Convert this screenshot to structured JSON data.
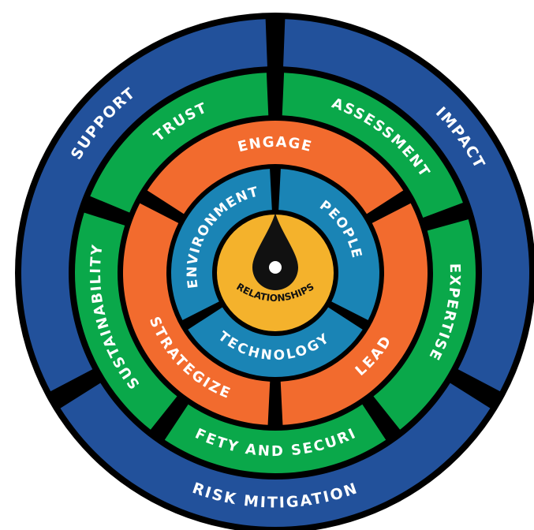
{
  "diagram": {
    "colors": {
      "outer_ring": "#22519b",
      "green_ring": "#0aa84a",
      "orange_ring": "#f26b2e",
      "teal_ring": "#1a84b5",
      "center": "#f4b22c",
      "drop": "#111111",
      "border": "#000000",
      "gap": "#ffffff"
    },
    "outer_ring": {
      "segments": [
        {
          "label": "SUPPORT"
        },
        {
          "label": "IMPACT"
        },
        {
          "label": "RISK MITIGATION"
        }
      ]
    },
    "green_ring": {
      "segments": [
        {
          "label": "TRUST"
        },
        {
          "label": "ASSESSMENT"
        },
        {
          "label": "EXPERTISE"
        },
        {
          "label": "SAFETY AND SECURITY"
        },
        {
          "label": "SUSTAINABILITY"
        }
      ]
    },
    "orange_ring": {
      "segments": [
        {
          "label": "ENGAGE"
        },
        {
          "label": "LEAD"
        },
        {
          "label": "STRATEGIZE"
        }
      ]
    },
    "teal_ring": {
      "segments": [
        {
          "label": "ENVIRONMENT"
        },
        {
          "label": "PEOPLE"
        },
        {
          "label": "TECHNOLOGY"
        }
      ]
    },
    "center": {
      "label": "RELATIONSHIPS",
      "icon": "oil-drop-icon"
    }
  }
}
